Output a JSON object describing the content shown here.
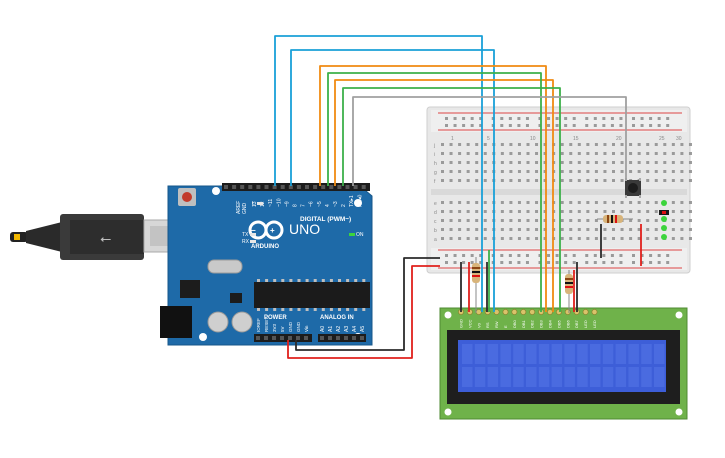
{
  "arduino": {
    "brand_text": "ARDUINO",
    "model_text": "UNO",
    "digital_header_label": "DIGITAL (PWM~)",
    "power_header_label": "POWER",
    "analog_header_label": "ANALOG IN",
    "on_label": "ON",
    "l_label": "L",
    "tx_label": "TX",
    "rx_label": "RX",
    "aref_label": "AREF",
    "gnd_label": "GND",
    "digital_pin_labels": [
      "13",
      "12",
      "~11",
      "~10",
      "~9",
      "8",
      "7",
      "~6",
      "~5",
      "4",
      "~3",
      "2",
      "TX▸1",
      "RX◂0"
    ],
    "power_pin_labels": [
      "IOREF",
      "RESET",
      "3V3",
      "5V",
      "GND",
      "GND",
      "Vin"
    ],
    "analog_pin_labels": [
      "A0",
      "A1",
      "A2",
      "A3",
      "A4",
      "A5"
    ]
  },
  "lcd": {
    "pin_labels": [
      "GND",
      "VCC",
      "V0",
      "RS",
      "RW",
      "E",
      "DB0",
      "DB1",
      "DB2",
      "DB3",
      "DB4",
      "DB5",
      "DB6",
      "DB7",
      "LED",
      "LED"
    ],
    "screen_color": "#3d5ed8",
    "pcb_color": "#6fb24a"
  },
  "breadboard": {
    "row_letters_top": [
      "j",
      "i",
      "h",
      "g",
      "f"
    ],
    "row_letters_bottom": [
      "e",
      "d",
      "c",
      "b",
      "a"
    ],
    "column_numbers": [
      "1",
      "5",
      "10",
      "15",
      "20",
      "25",
      "30"
    ]
  },
  "wire_colors": {
    "blue": "#1aa0d8",
    "orange": "#f08a12",
    "green": "#3db04a",
    "gray": "#a0a0a0",
    "red": "#e0201c",
    "black": "#2b2b2b"
  }
}
